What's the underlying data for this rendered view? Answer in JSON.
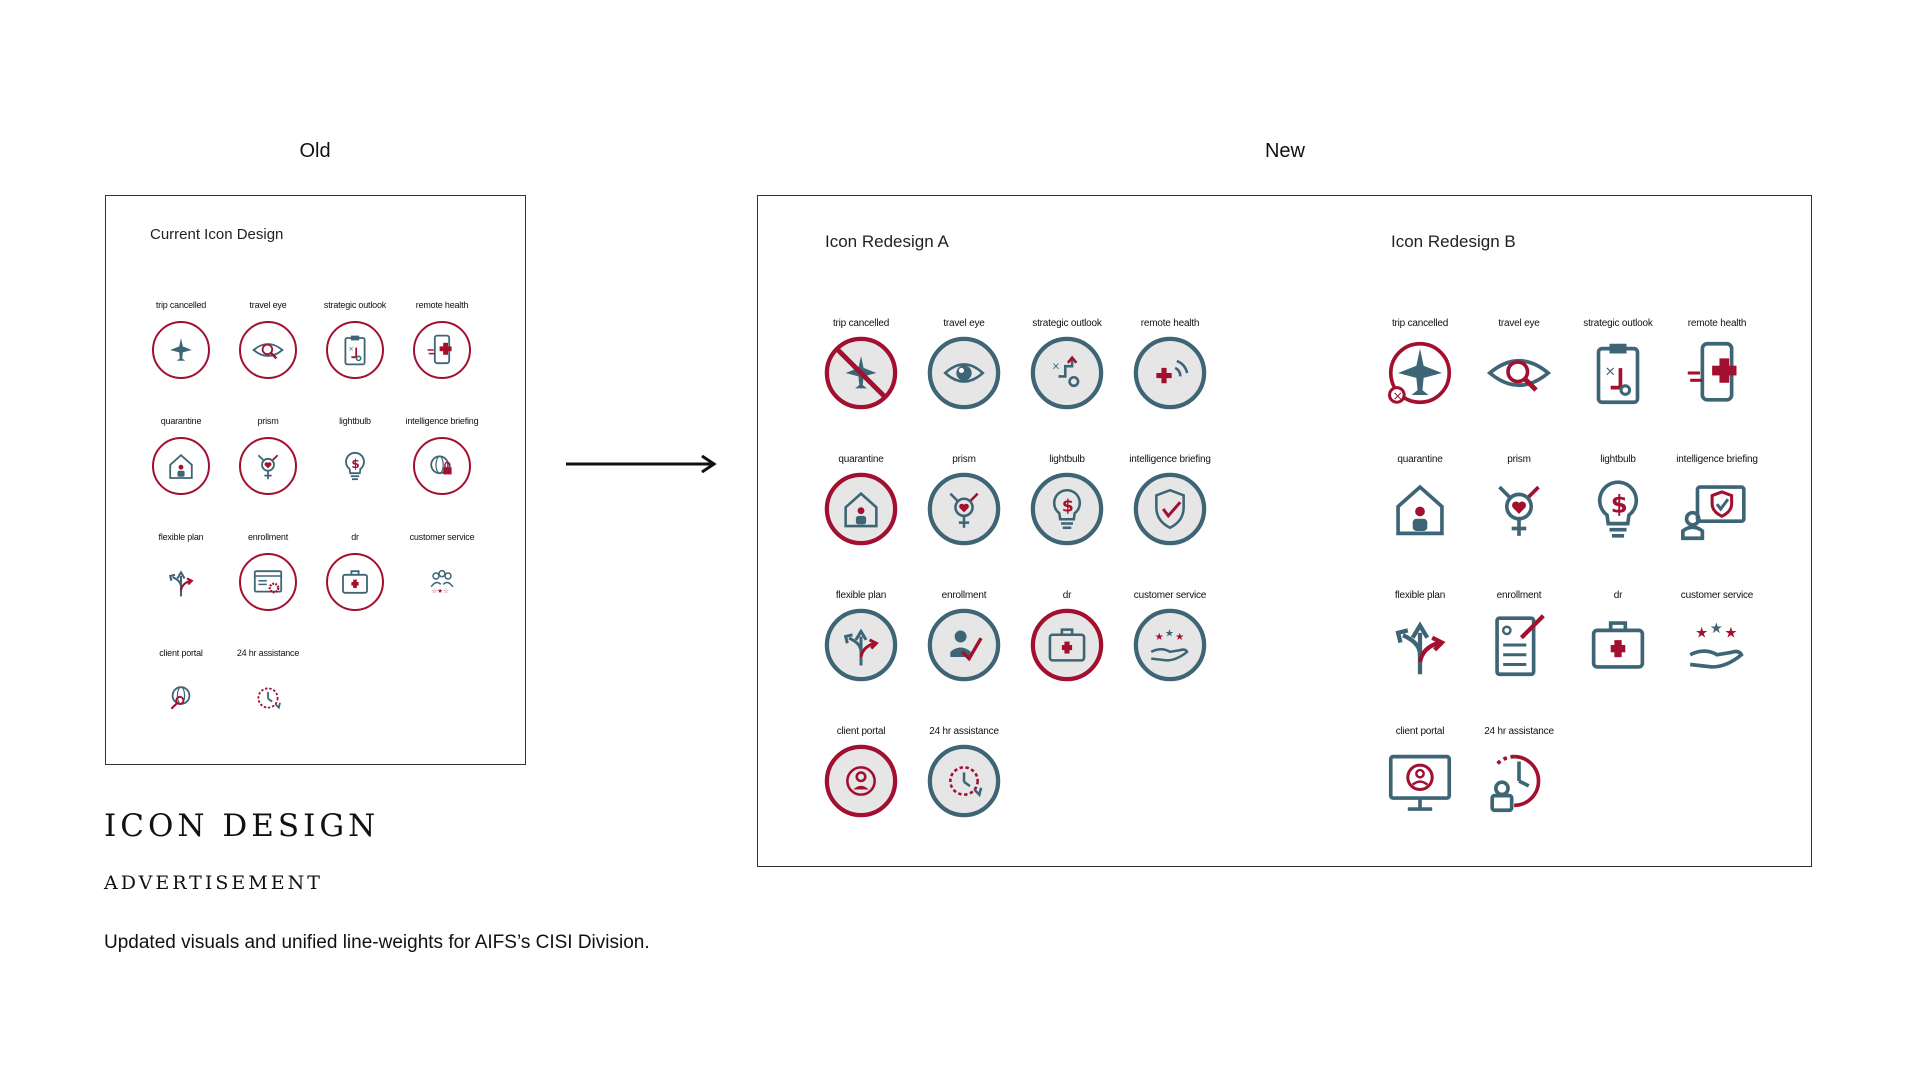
{
  "header": {
    "old_label": "Old",
    "new_label": "New"
  },
  "colors": {
    "red": "#a3102f",
    "teal": "#3e6576",
    "gray": "#e6e6e6"
  },
  "old_panel": {
    "title": "Current Icon Design",
    "icons": [
      {
        "label": "trip cancelled",
        "icon": "plane-cancel-icon"
      },
      {
        "label": "travel eye",
        "icon": "eye-search-icon"
      },
      {
        "label": "strategic outlook",
        "icon": "clipboard-plan-icon"
      },
      {
        "label": "remote health",
        "icon": "phone-health-icon"
      },
      {
        "label": "quarantine",
        "icon": "house-person-icon"
      },
      {
        "label": "prism",
        "icon": "gender-heart-icon"
      },
      {
        "label": "lightbulb",
        "icon": "lightbulb-dollar-icon"
      },
      {
        "label": "intelligence briefing",
        "icon": "globe-lock-icon"
      },
      {
        "label": "flexible plan",
        "icon": "split-arrows-icon"
      },
      {
        "label": "enrollment",
        "icon": "browser-gear-icon"
      },
      {
        "label": "dr",
        "icon": "medical-kit-icon"
      },
      {
        "label": "customer service",
        "icon": "people-stars-icon"
      },
      {
        "label": "client portal",
        "icon": "globe-search-icon"
      },
      {
        "label": "24 hr assistance",
        "icon": "clock-cycle-icon"
      }
    ]
  },
  "new_panel": {
    "design_a": {
      "title": "Icon Redesign A",
      "icons": [
        {
          "label": "trip cancelled",
          "icon": "plane-cancel-icon"
        },
        {
          "label": "travel eye",
          "icon": "eye-icon"
        },
        {
          "label": "strategic outlook",
          "icon": "strategy-arrow-icon"
        },
        {
          "label": "remote health",
          "icon": "remote-health-icon"
        },
        {
          "label": "quarantine",
          "icon": "house-person-icon"
        },
        {
          "label": "prism",
          "icon": "gender-heart-icon"
        },
        {
          "label": "lightbulb",
          "icon": "lightbulb-dollar-icon"
        },
        {
          "label": "intelligence briefing",
          "icon": "shield-check-icon"
        },
        {
          "label": "flexible plan",
          "icon": "split-arrows-icon"
        },
        {
          "label": "enrollment",
          "icon": "person-check-icon"
        },
        {
          "label": "dr",
          "icon": "medical-kit-icon"
        },
        {
          "label": "customer service",
          "icon": "hand-stars-icon"
        },
        {
          "label": "client portal",
          "icon": "user-circle-icon"
        },
        {
          "label": "24 hr assistance",
          "icon": "clock-cycle-icon"
        }
      ]
    },
    "design_b": {
      "title": "Icon Redesign B",
      "icons": [
        {
          "label": "trip cancelled",
          "icon": "plane-cancel-icon"
        },
        {
          "label": "travel eye",
          "icon": "eye-search-icon"
        },
        {
          "label": "strategic outlook",
          "icon": "clipboard-plan-icon"
        },
        {
          "label": "remote health",
          "icon": "phone-health-icon"
        },
        {
          "label": "quarantine",
          "icon": "house-person-icon"
        },
        {
          "label": "prism",
          "icon": "gender-heart-icon"
        },
        {
          "label": "lightbulb",
          "icon": "lightbulb-dollar-icon"
        },
        {
          "label": "intelligence briefing",
          "icon": "monitor-shield-icon"
        },
        {
          "label": "flexible plan",
          "icon": "split-arrows-icon"
        },
        {
          "label": "enrollment",
          "icon": "form-pen-icon"
        },
        {
          "label": "dr",
          "icon": "medical-kit-icon"
        },
        {
          "label": "customer service",
          "icon": "hand-stars-icon"
        },
        {
          "label": "client portal",
          "icon": "monitor-user-icon"
        },
        {
          "label": "24 hr assistance",
          "icon": "clock-person-icon"
        }
      ]
    }
  },
  "footer": {
    "heading": "ICON DESIGN",
    "subheading": "ADVERTISEMENT",
    "description": "Updated visuals and unified line-weights for AIFS’s CISI Division."
  }
}
